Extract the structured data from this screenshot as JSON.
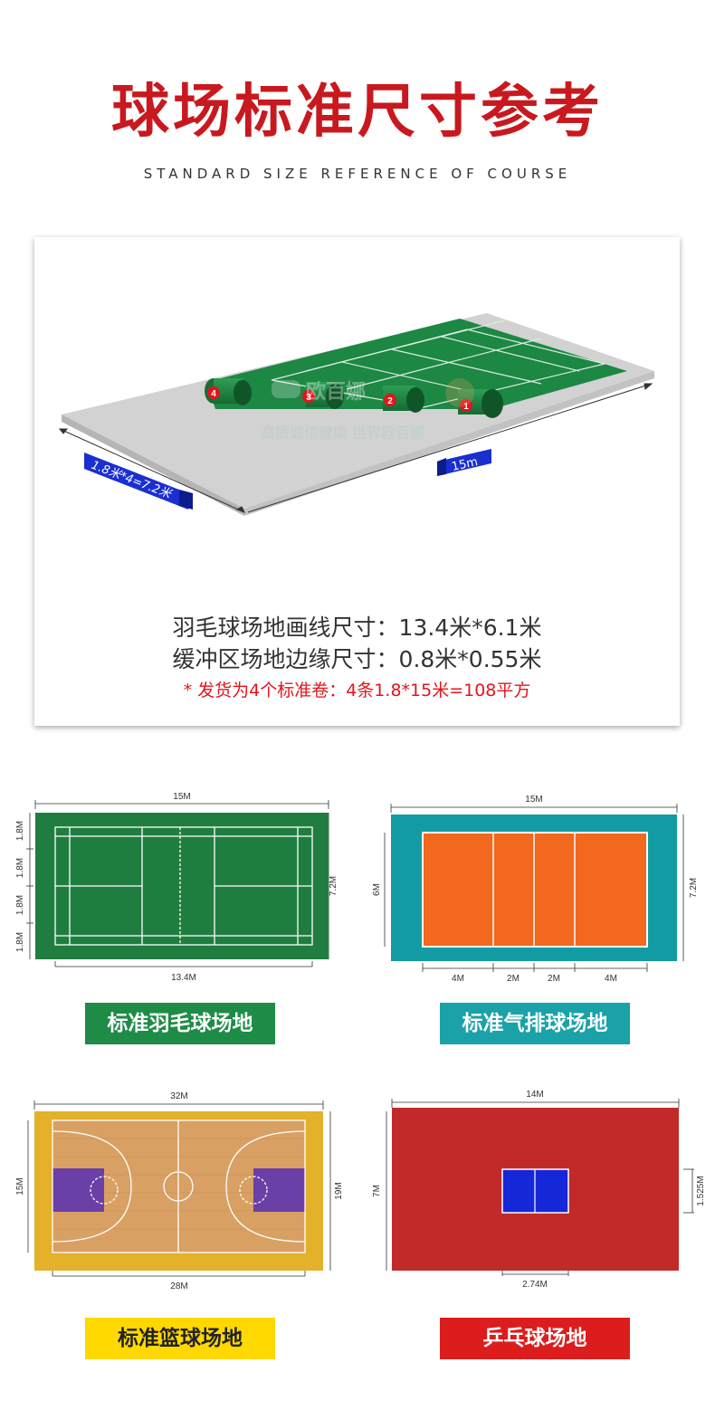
{
  "header": {
    "title": "球场标准尺寸参考",
    "subtitle": "STANDARD SIZE REFERENCE OF COURSE"
  },
  "roll_diagram": {
    "width_label": "1.8米*4=7.2米",
    "length_label": "15m",
    "roll_numbers": [
      "4",
      "3",
      "2",
      "1"
    ],
    "watermark_logo": "欧百娜",
    "watermark_slogan": "高质诚信健康 世界欧百娜",
    "spec_line1": "羽毛球场地画线尺寸：13.4米*6.1米",
    "spec_line2": "缓冲区场地边缘尺寸：0.8米*0.55米",
    "spec_line3": "* 发货为4个标准卷：4条1.8*15米=108平方"
  },
  "courts": {
    "badminton": {
      "label": "标准羽毛球场地",
      "top_dim": "15M",
      "bottom_dim": "13.4M",
      "right_dim": "7.2M",
      "left_dims": [
        "1.8M",
        "1.8M",
        "1.8M",
        "1.8M"
      ],
      "label_color": "#1e8c46"
    },
    "volleyball": {
      "label": "标准气排球场地",
      "top_dim": "15M",
      "left_dim": "6M",
      "right_dim": "7.2M",
      "bottom_dims": [
        "4M",
        "2M",
        "2M",
        "4M"
      ],
      "label_color": "#1aa2a8"
    },
    "basketball": {
      "label": "标准篮球场地",
      "top_dim": "32M",
      "bottom_dim": "28M",
      "left_dim": "15M",
      "right_dim": "19M",
      "label_color": "#ffd800"
    },
    "pingpong": {
      "label": "乒乓球场地",
      "top_dim": "14M",
      "bottom_dim": "2.74M",
      "left_dim": "7M",
      "right_dim": "1.525M",
      "label_color": "#dd1d1d"
    }
  }
}
